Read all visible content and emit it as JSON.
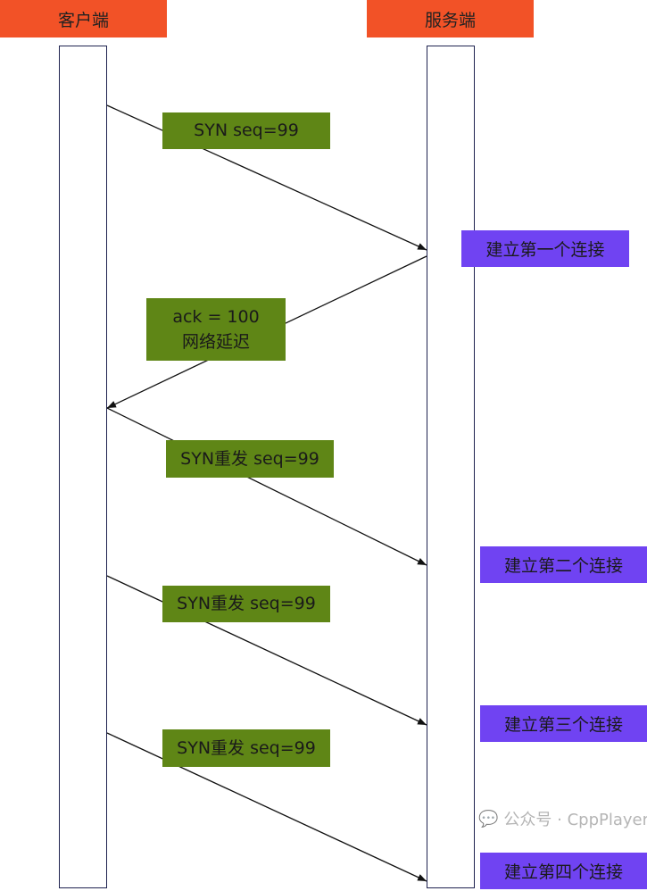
{
  "participants": {
    "client": "客户端",
    "server": "服务端"
  },
  "messages": [
    {
      "label": "SYN seq=99"
    },
    {
      "label_line1": "ack = 100",
      "label_line2": "网络延迟"
    },
    {
      "label": "SYN重发 seq=99"
    },
    {
      "label": "SYN重发 seq=99"
    },
    {
      "label": "SYN重发 seq=99"
    }
  ],
  "connections": [
    "建立第一个连接",
    "建立第二个连接",
    "建立第三个连接",
    "建立第四个连接"
  ],
  "watermark": "公众号 · CppPlayer",
  "colors": {
    "header": "#F25227",
    "message": "#5F8616",
    "connection": "#7043F2",
    "lifeline": "#1f2350"
  }
}
